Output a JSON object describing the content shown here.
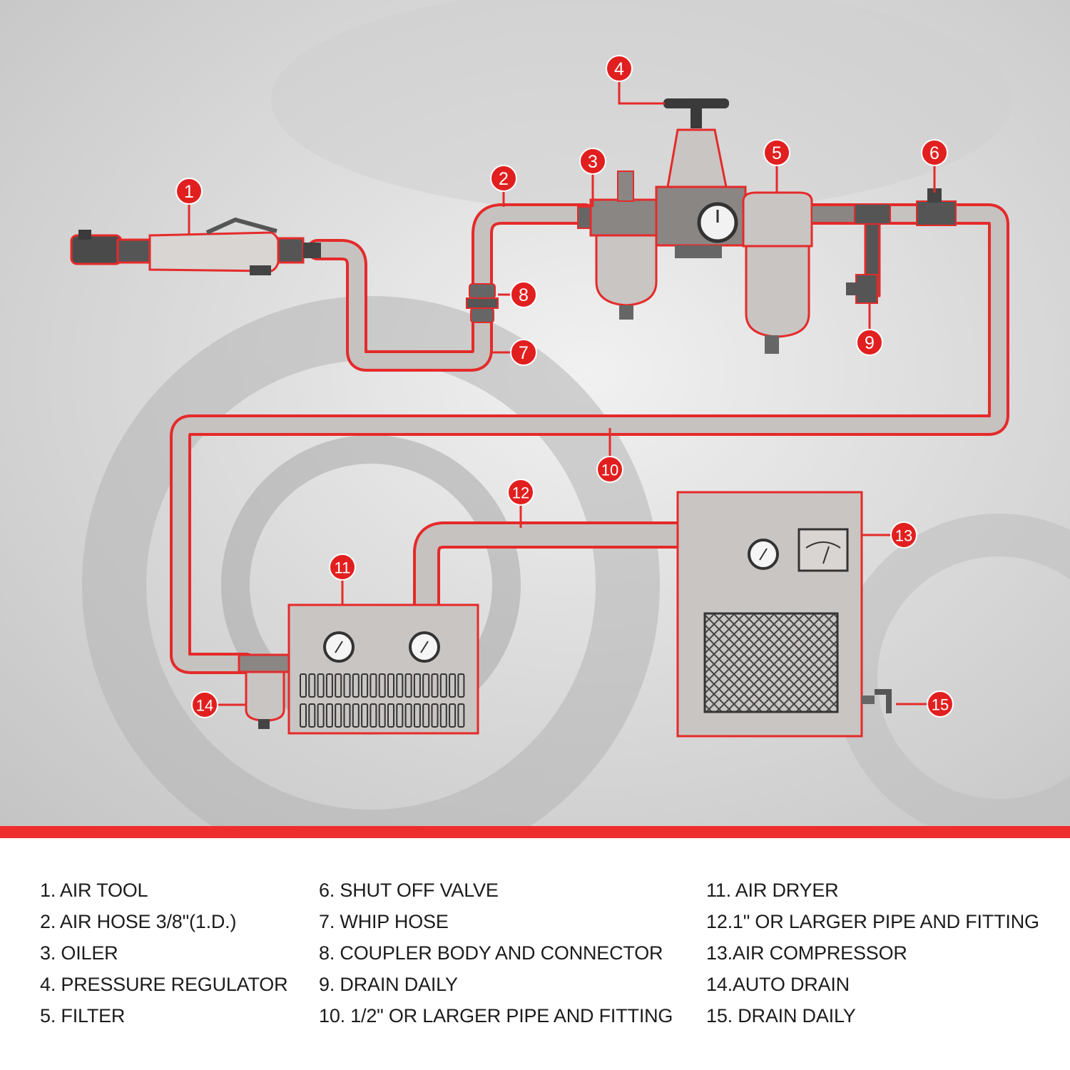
{
  "diagram": {
    "callouts": [
      "1",
      "2",
      "3",
      "4",
      "5",
      "6",
      "7",
      "8",
      "9",
      "10",
      "11",
      "12",
      "13",
      "14",
      "15"
    ]
  },
  "legend": {
    "columns": [
      [
        "1. AIR TOOL",
        "2. AIR HOSE 3/8\"(1.D.)",
        "3. OILER",
        "4. PRESSURE REGULATOR",
        "5. FILTER"
      ],
      [
        "6. SHUT OFF VALVE",
        "7. WHIP HOSE",
        "8. COUPLER BODY AND CONNECTOR",
        "9. DRAIN DAILY",
        "10. 1/2\" OR LARGER PIPE AND FITTING"
      ],
      [
        "11. AIR DRYER",
        "12.1\" OR LARGER PIPE AND FITTING",
        "13.AIR COMPRESSOR",
        "14.AUTO DRAIN",
        "15. DRAIN DAILY"
      ]
    ]
  },
  "colors": {
    "accent_red": "#ee2d2d",
    "callout_red": "#e21f1f",
    "component_gray": "#c9c5c3"
  }
}
